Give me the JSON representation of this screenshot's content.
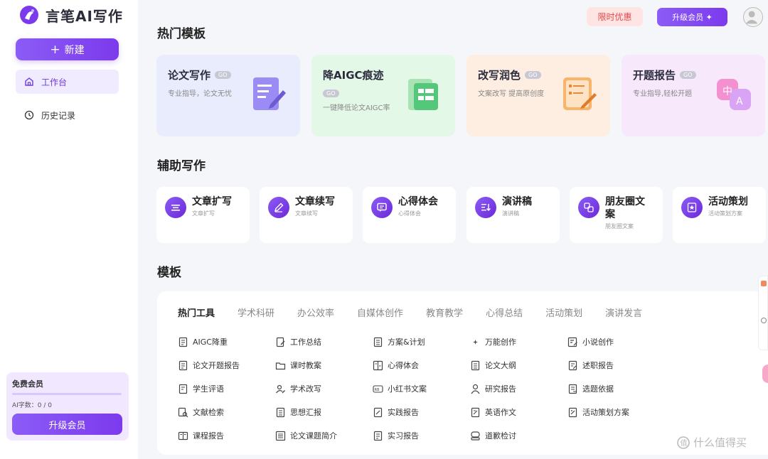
{
  "app": {
    "name": "言笔AI写作"
  },
  "sidebar": {
    "new_button": "新建",
    "nav": [
      {
        "label": "工作台",
        "icon": "home-icon",
        "active": true
      },
      {
        "label": "历史记录",
        "icon": "clock-icon",
        "active": false
      }
    ],
    "member": {
      "title": "免费会员",
      "count_label": "AI字数：0 / 0",
      "button": "升级会员"
    }
  },
  "header": {
    "promo": "限时优惠",
    "upgrade": "升级会员 ✦"
  },
  "sections": {
    "hot": "热门模板",
    "assist": "辅助写作",
    "templates": "模板"
  },
  "hot_cards": [
    {
      "title": "论文写作",
      "badge": "GO",
      "desc": "专业指导，论文无忧",
      "bg": "#e9ecfd"
    },
    {
      "title": "降AIGC痕迹",
      "badge": "GO",
      "desc": "一键降低论文AIGC率",
      "bg": "#e4f8e7"
    },
    {
      "title": "改写润色",
      "badge": "GO",
      "desc": "文案改写 提高原创度",
      "bg": "#fdeee1"
    },
    {
      "title": "开题报告",
      "badge": "GO",
      "desc": "专业指导,轻松开题",
      "bg": "#f7e8fb"
    }
  ],
  "assist_cards": [
    {
      "title": "文章扩写",
      "sub": "文章扩写"
    },
    {
      "title": "文章续写",
      "sub": "文章续写"
    },
    {
      "title": "心得体会",
      "sub": "心得体会"
    },
    {
      "title": "演讲稿",
      "sub": "演讲稿"
    },
    {
      "title": "朋友圈文案",
      "sub": "朋友圈文案"
    },
    {
      "title": "活动策划",
      "sub": "活动策划方案"
    }
  ],
  "tabs": [
    "热门工具",
    "学术科研",
    "办公效率",
    "自媒体创作",
    "教育教学",
    "心得总结",
    "活动策划",
    "演讲发言"
  ],
  "templates": [
    [
      "AIGC降重",
      "论文开题报告",
      "学生评语",
      "文献检索",
      "课程报告"
    ],
    [
      "工作总结",
      "课时教案",
      "学术改写",
      "思想汇报",
      "论文课题简介"
    ],
    [
      "方案&计划",
      "心得体会",
      "小红书文案",
      "实践报告",
      "实习报告"
    ],
    [
      "万能创作",
      "论文大纲",
      "研究报告",
      "英语作文",
      "道歉检讨"
    ],
    [
      "小说创作",
      "述职报告",
      "选题依据",
      "活动策划方案"
    ]
  ],
  "watermark": "什么值得买",
  "colors": {
    "accent": "#7c3aed",
    "promo_bg": "#ffe4e4",
    "promo_text": "#e54545"
  }
}
